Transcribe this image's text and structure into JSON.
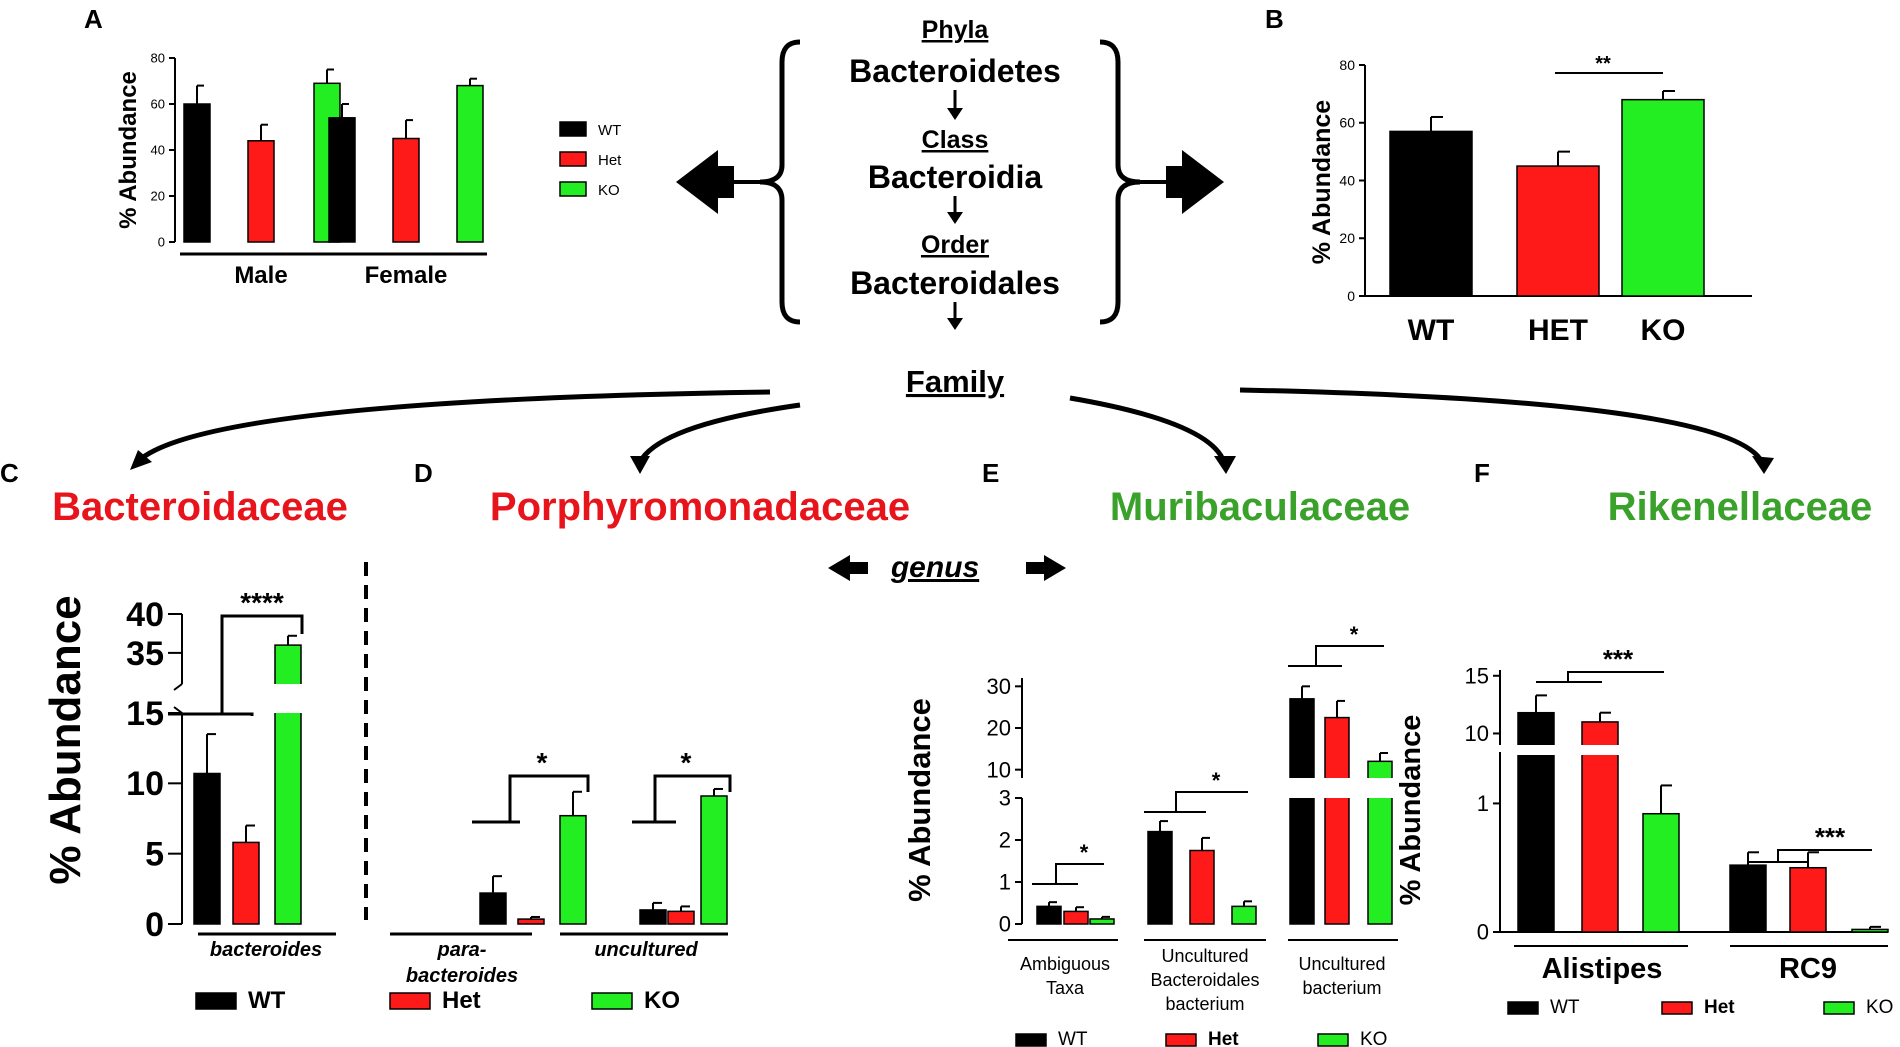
{
  "colors": {
    "WT": "#000000",
    "Het": "#ff1a1a",
    "KO": "#22ee22",
    "family_red": "#e8141b",
    "family_green": "#3aa12b"
  },
  "panel_letters": [
    "A",
    "B",
    "C",
    "D",
    "E",
    "F"
  ],
  "taxonomy": {
    "phyla_label": "Phyla",
    "phyla": "Bacteroidetes",
    "class_label": "Class",
    "class": "Bacteroidia",
    "order_label": "Order",
    "order": "Bacteroidales",
    "family_label": "Family",
    "families": [
      "Bacteroidaceae",
      "Porphyromonadaceae",
      "Muribaculaceae",
      "Rikenellaceae"
    ],
    "genus_label": "genus"
  },
  "chart_data": [
    {
      "panel": "A",
      "type": "bar",
      "ylabel": "% Abundance",
      "ylim": [
        0,
        80
      ],
      "yticks": [
        0,
        20,
        40,
        60,
        80
      ],
      "groups": [
        "Male",
        "Female"
      ],
      "legend": [
        "WT",
        "Het",
        "KO"
      ],
      "legend_position": "right",
      "series": [
        {
          "name": "WT",
          "values": [
            60,
            54
          ],
          "errors": [
            8,
            6
          ]
        },
        {
          "name": "Het",
          "values": [
            44,
            45
          ],
          "errors": [
            7,
            8
          ]
        },
        {
          "name": "KO",
          "values": [
            69,
            68
          ],
          "errors": [
            6,
            3
          ]
        }
      ]
    },
    {
      "panel": "B",
      "type": "bar",
      "ylabel": "% Abundance",
      "ylim": [
        0,
        80
      ],
      "yticks": [
        0,
        20,
        40,
        60,
        80
      ],
      "categories": [
        "WT",
        "HET",
        "KO"
      ],
      "values": [
        57,
        45,
        68
      ],
      "errors": [
        5,
        5,
        3
      ],
      "significance": [
        {
          "from": 1,
          "to": 2,
          "label": "**"
        }
      ]
    },
    {
      "panel": "C-D",
      "type": "bar",
      "broken_axis": true,
      "ylabel": "% Abundance",
      "yticks_lower": [
        0,
        5,
        10,
        15
      ],
      "yticks_upper": [
        35,
        40
      ],
      "groups": [
        "bacteroides",
        "para-\nbacteroides",
        "uncultured"
      ],
      "legend": [
        "WT",
        "Het",
        "KO"
      ],
      "legend_position": "bottom",
      "series": [
        {
          "name": "WT",
          "values": [
            10.7,
            2.2,
            1.0
          ],
          "errors": [
            2.8,
            1.2,
            0.5
          ]
        },
        {
          "name": "Het",
          "values": [
            5.8,
            0.35,
            0.9
          ],
          "errors": [
            1.2,
            0.15,
            0.35
          ]
        },
        {
          "name": "KO",
          "values": [
            36,
            7.7,
            9.1
          ],
          "errors": [
            1.2,
            1.7,
            0.5
          ]
        }
      ],
      "significance": [
        "****",
        "*",
        "*"
      ]
    },
    {
      "panel": "E",
      "type": "bar",
      "broken_axis": true,
      "ylabel": "% Abundance",
      "yticks_lower": [
        0,
        1,
        2,
        3
      ],
      "yticks_upper": [
        10,
        20,
        30
      ],
      "groups": [
        "Ambiguous\nTaxa",
        "Uncultured\nBacteroidales\nbacterium",
        "Uncultured\nbacterium"
      ],
      "legend": [
        "WT",
        "Het",
        "KO"
      ],
      "legend_position": "bottom",
      "series": [
        {
          "name": "WT",
          "values": [
            0.42,
            2.2,
            27
          ],
          "errors": [
            0.1,
            0.25,
            3
          ]
        },
        {
          "name": "Het",
          "values": [
            0.3,
            1.75,
            22.5
          ],
          "errors": [
            0.1,
            0.3,
            4
          ]
        },
        {
          "name": "KO",
          "values": [
            0.12,
            0.42,
            12
          ],
          "errors": [
            0.05,
            0.12,
            2
          ]
        }
      ],
      "significance": [
        "*",
        "*",
        "*"
      ]
    },
    {
      "panel": "F",
      "type": "bar",
      "broken_axis": true,
      "ylabel": "% Abundance",
      "yticks_lower": [
        0,
        1
      ],
      "yticks_upper": [
        10,
        15
      ],
      "groups": [
        "Alistipes",
        "RC9"
      ],
      "legend": [
        "WT",
        "Het",
        "KO"
      ],
      "legend_position": "bottom",
      "series": [
        {
          "name": "WT",
          "values": [
            11.8,
            0.52
          ],
          "errors": [
            1.5,
            0.1
          ]
        },
        {
          "name": "Het",
          "values": [
            11,
            0.5
          ],
          "errors": [
            0.8,
            0.12
          ]
        },
        {
          "name": "KO",
          "values": [
            0.92,
            0.02
          ],
          "errors": [
            0.22,
            0.02
          ]
        }
      ],
      "significance": [
        "***",
        "***"
      ]
    }
  ]
}
